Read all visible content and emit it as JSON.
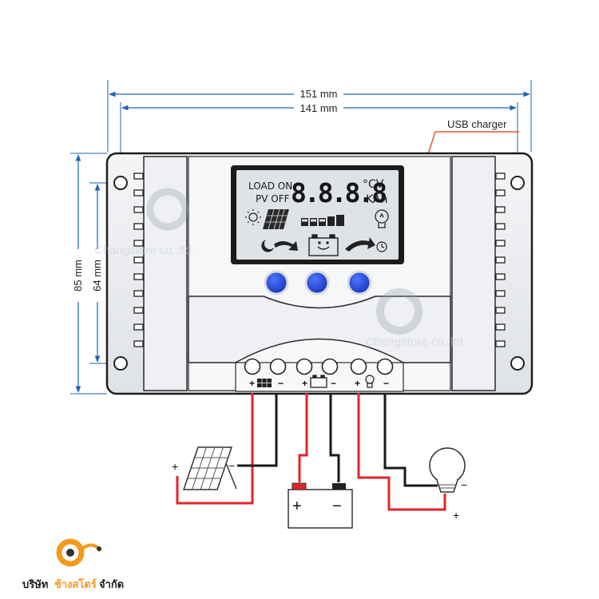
{
  "dimensions": {
    "total_width": "151 mm",
    "hole_spacing_width": "141 mm",
    "total_height": "85 mm",
    "hole_spacing_height": "64 mm"
  },
  "usb_label": "USB charger",
  "lcd": {
    "load_on": "LOAD ON",
    "pv_off": "PV OFF",
    "digits": "8.8.8.8",
    "unit_top": "°CV",
    "unit_bottom": "KAh"
  },
  "buttons": [
    "button-1",
    "button-2",
    "button-3"
  ],
  "terminals": {
    "solar": {
      "plus": "+",
      "minus": "−"
    },
    "battery": {
      "plus": "+",
      "minus": "−"
    },
    "load": {
      "plus": "+",
      "minus": "−"
    }
  },
  "wiring": {
    "solar_plus": "+",
    "solar_minus": "−",
    "battery_plus": "+",
    "battery_minus": "−",
    "bulb_plus": "+",
    "bulb_minus": "−"
  },
  "watermark": "Changstore co.,ltd.",
  "company": {
    "part1": "บริษัท",
    "part2": "ช้างสโตร์",
    "part3": "จำกัด"
  },
  "colors": {
    "dimension_line": "#1f63b5",
    "wire_positive": "#e0252a",
    "wire_negative": "#1a1a1a",
    "button_blue": "#1d3fcf",
    "logo_orange": "#f39a1e",
    "company_orange": "#f39a1e"
  }
}
